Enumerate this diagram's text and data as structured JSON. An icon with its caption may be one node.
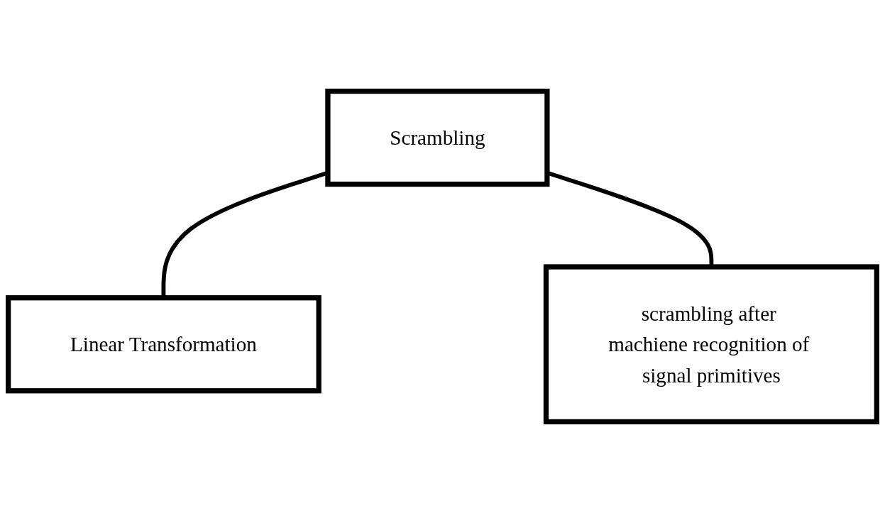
{
  "diagram": {
    "nodes": [
      {
        "text": [
          "Scrambling"
        ]
      },
      {
        "text": [
          "Linear Transformation"
        ]
      },
      {
        "text": [
          "scrambling after machiene recognition of signal primitives"
        ]
      }
    ],
    "edges": [
      {
        "from": 0,
        "to": 1,
        "arrow": "none"
      },
      {
        "from": 0,
        "to": 2,
        "arrow": "none"
      }
    ]
  }
}
